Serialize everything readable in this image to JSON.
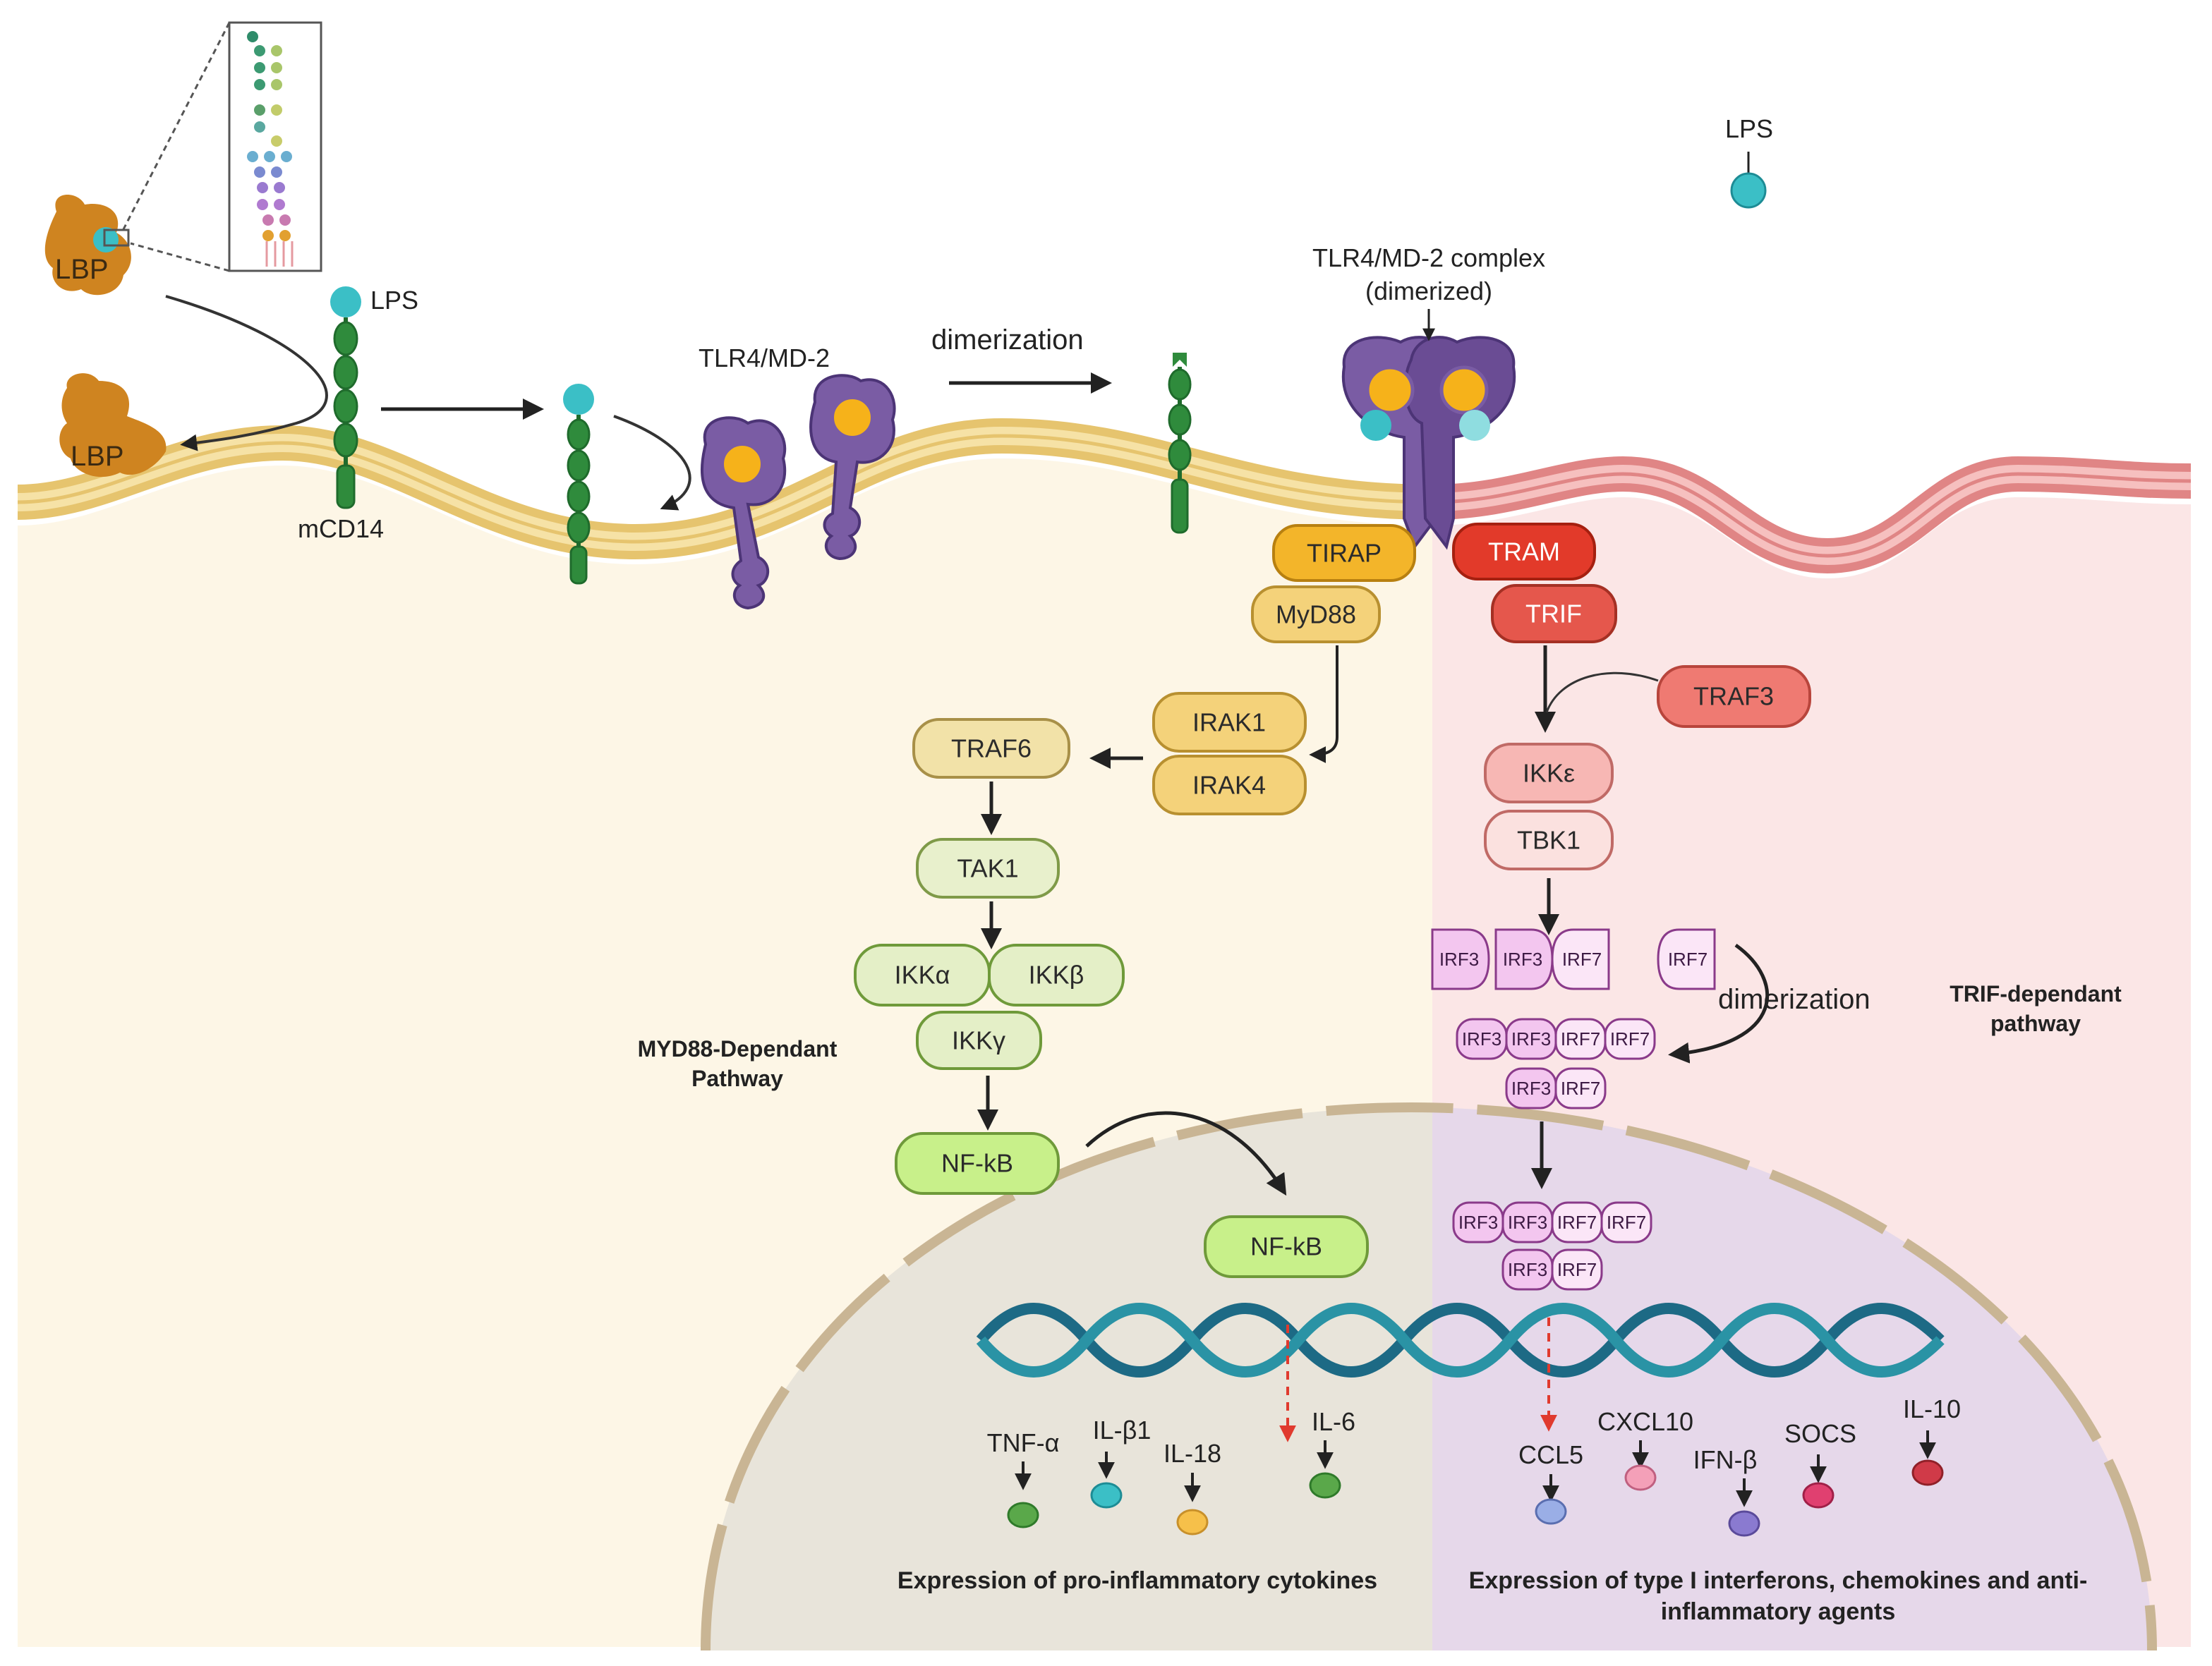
{
  "labels": {
    "lbp_top": "LBP",
    "lbp_bottom": "LBP",
    "lps_membrane": "LPS",
    "lps_topright": "LPS",
    "mcd14": "mCD14",
    "tlr4_md2": "TLR4/MD-2",
    "dimerization_top": "dimerization",
    "complex_line1": "TLR4/MD-2 complex",
    "complex_line2": "(dimerized)",
    "myd88_pathway_line1": "MYD88-Dependant",
    "myd88_pathway_line2": "Pathway",
    "trif_pathway_line1": "TRIF-dependant",
    "trif_pathway_line2": "pathway",
    "dimerization_irf": "dimerization",
    "expr_left": "Expression of pro-inflammatory cytokines",
    "expr_right_line1": "Expression of type I interferons, chemokines and anti-",
    "expr_right_line2": "inflammatory agents"
  },
  "myd88_branch": {
    "tirap": "TIRAP",
    "myd88": "MyD88",
    "irak1": "IRAK1",
    "irak4": "IRAK4",
    "traf6": "TRAF6",
    "tak1": "TAK1",
    "ikka": "IKKα",
    "ikkb": "IKKβ",
    "ikkg": "IKKγ",
    "nfkb_cyto": "NF-kB",
    "nfkb_nuc": "NF-kB"
  },
  "trif_branch": {
    "tram": "TRAM",
    "trif": "TRIF",
    "traf3": "TRAF3",
    "ikke": "IKKε",
    "tbk1": "TBK1",
    "irf3": "IRF3",
    "irf7": "IRF7"
  },
  "cytokines_left": [
    "TNF-α",
    "IL-β1",
    "IL-18",
    "IL-6"
  ],
  "cytokines_right": [
    "CCL5",
    "CXCL10",
    "IFN-β",
    "SOCS",
    "IL-10"
  ],
  "colors": {
    "cytoplasm_left": "#fdf6e6",
    "cytoplasm_right": "#fbe6e6",
    "membrane_left": "#e9c873",
    "membrane_right": "#e38a8a",
    "nucleus": "#e9e5dc",
    "nucleus_right": "#e9dcea",
    "nuclear_envelope": "#c8b08a",
    "myd88_yellow": "#f4d27a",
    "tirap_orange": "#f3b52a",
    "green_pathway": "#e4efc7",
    "nfkb": "#c8f08a",
    "tram_red": "#e23a2a",
    "trif_red": "#e5574c",
    "traf3": "#ef7a72",
    "ikke": "#f7b7b4",
    "tbk1": "#fbe1df",
    "irf_pink": "#f3c6ef",
    "tlr4_purple": "#7a5ca4",
    "md2_yellow": "#f6b21a",
    "lps_teal": "#3bbfc6",
    "cd14_green": "#2f8b3c",
    "lbp_brown": "#cf8420",
    "dna_teal": "#1f6f88"
  }
}
